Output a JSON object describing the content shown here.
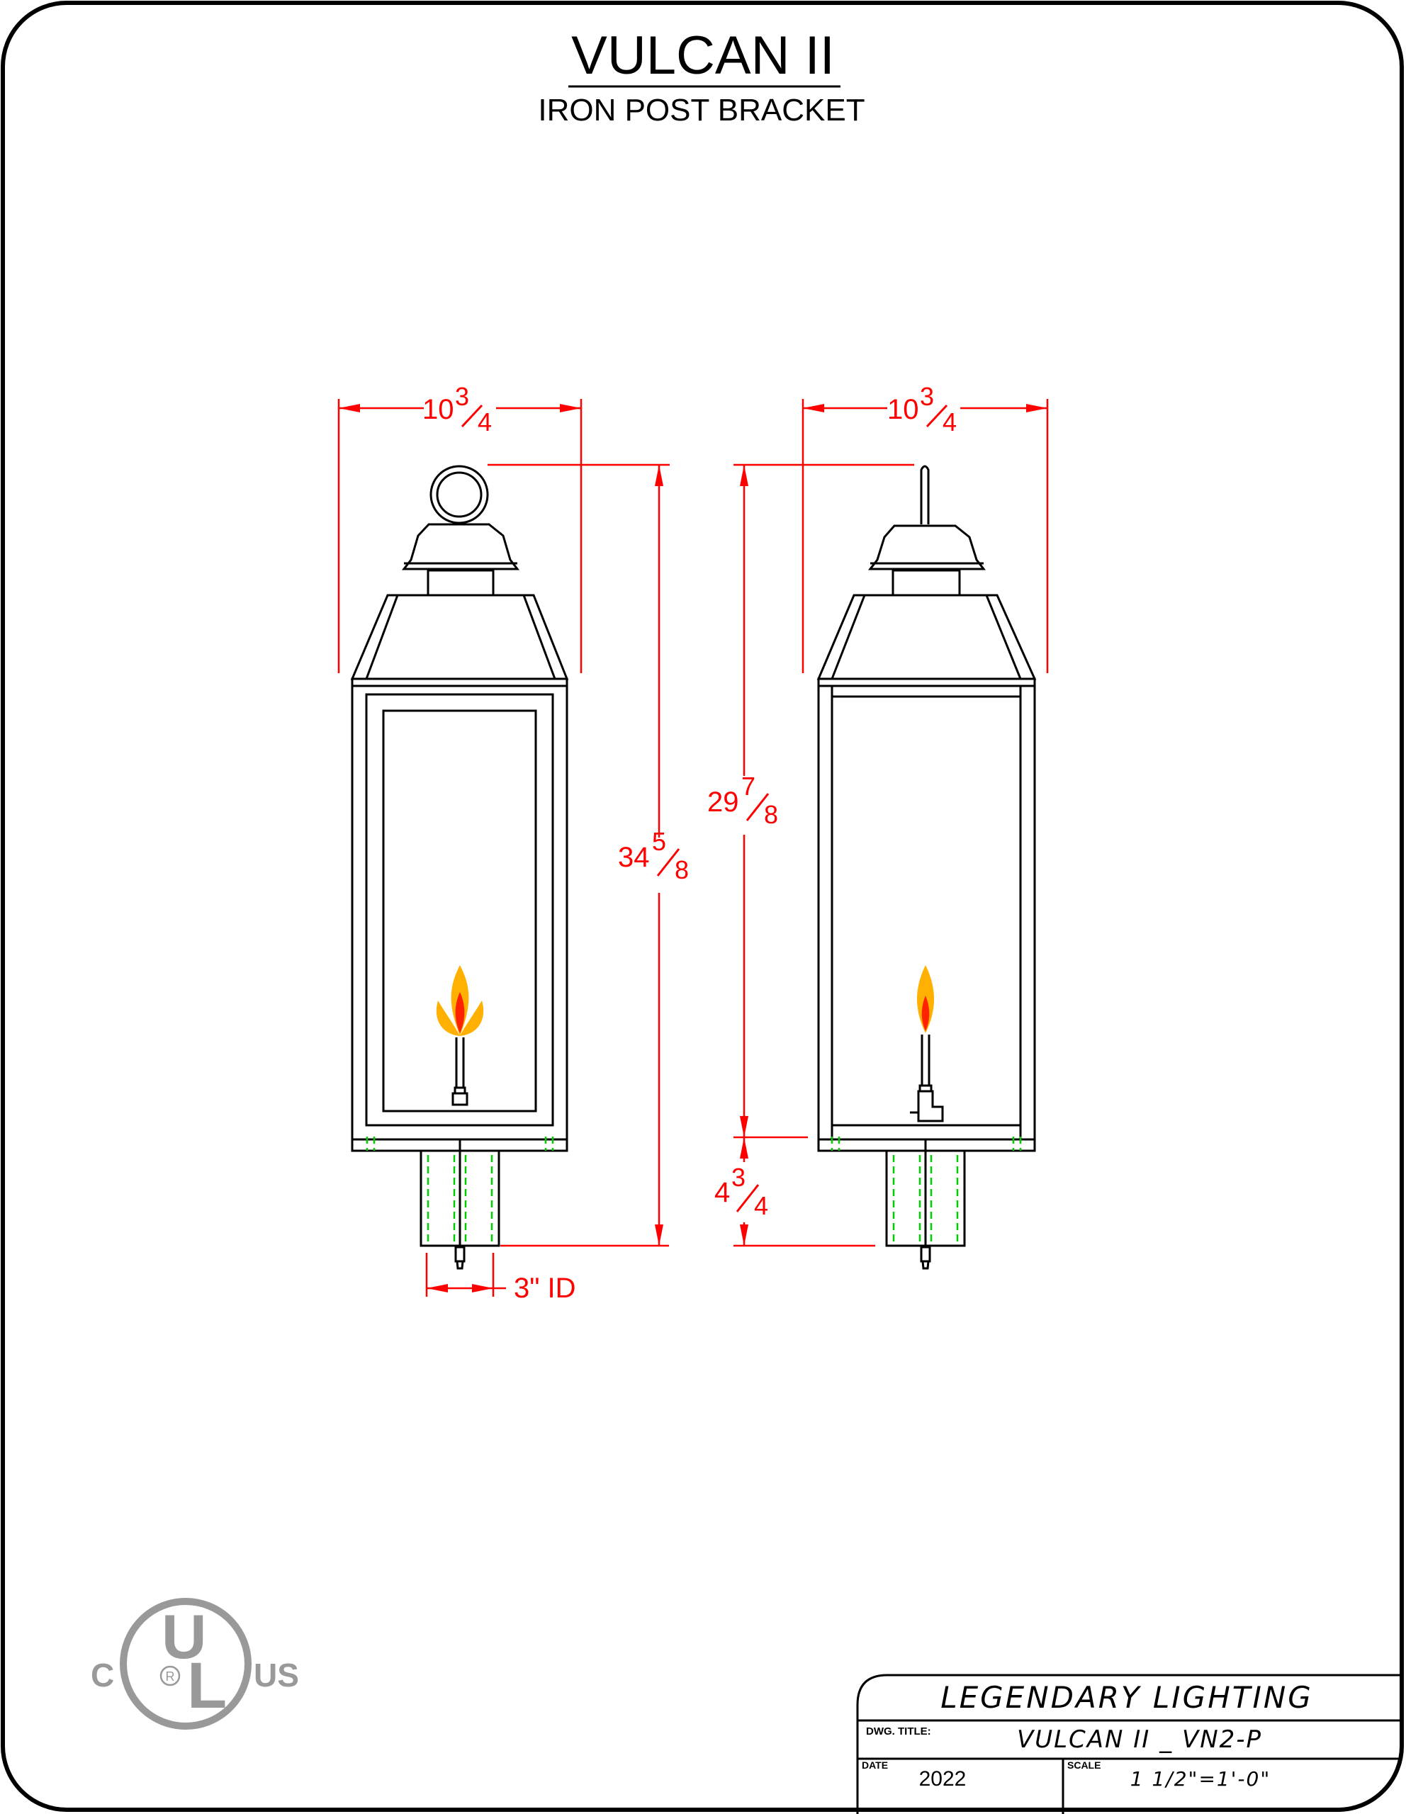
{
  "title": "VULCAN II",
  "subtitle": "IRON POST BRACKET",
  "front_view": {
    "width_whole": "10",
    "width_num": "3",
    "width_den": "4",
    "height_whole": "34",
    "height_num": "5",
    "height_den": "8",
    "id_label": "3\" ID"
  },
  "side_view": {
    "width_whole": "10",
    "width_num": "3",
    "width_den": "4",
    "height_whole": "29",
    "height_num": "7",
    "height_den": "8",
    "post_whole": "4",
    "post_num": "3",
    "post_den": "4"
  },
  "logo": {
    "left": "C",
    "right": "US",
    "top": "U",
    "bottom": "L",
    "reg": "R"
  },
  "title_block": {
    "company": "LEGENDARY LIGHTING",
    "dwg_title_label": "DWG. TITLE:",
    "dwg_title": "VULCAN II _ VN2-P",
    "date_label": "DATE",
    "date": "2022",
    "scale_label": "SCALE",
    "scale": "1 1/2\"=1'-0\""
  },
  "colors": {
    "outline": "#000000",
    "dimension": "#ff0000",
    "hidden_line": "#00cc00",
    "flame_outer": "#ffb000",
    "flame_inner": "#ff2200",
    "logo_gray": "#999999"
  }
}
